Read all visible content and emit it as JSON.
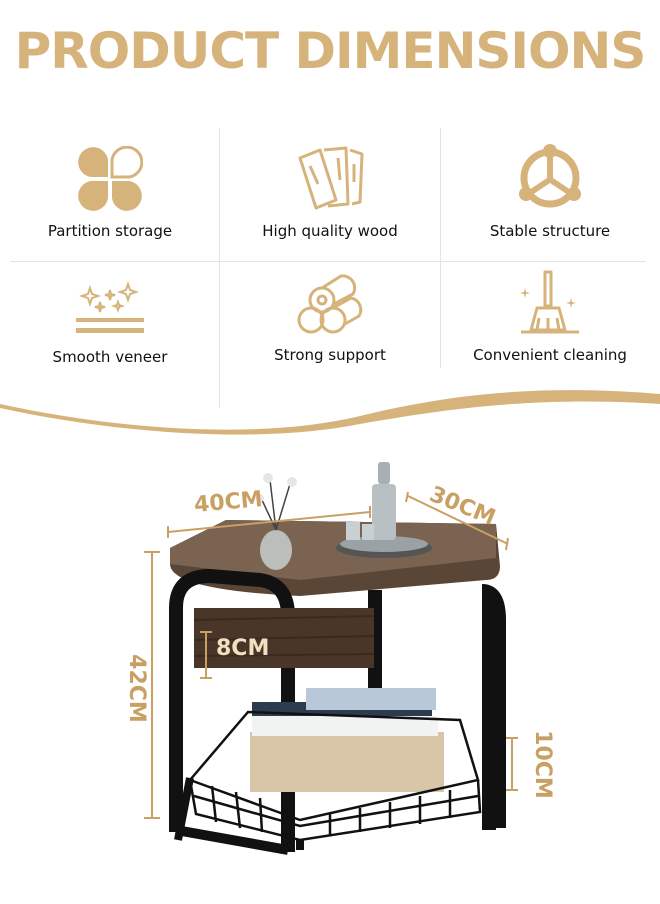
{
  "title": "PRODUCT DIMENSIONS",
  "accent_color": "#d7b37c",
  "features": [
    {
      "icon": "clover-icon",
      "label": "Partition storage"
    },
    {
      "icon": "wood-planks-icon",
      "label": "High quality wood"
    },
    {
      "icon": "triangle-structure-icon",
      "label": "Stable structure"
    },
    {
      "icon": "sparkle-icon",
      "label": "Smooth veneer"
    },
    {
      "icon": "logs-icon",
      "label": "Strong support"
    },
    {
      "icon": "broom-icon",
      "label": "Convenient cleaning"
    }
  ],
  "dimensions": {
    "width": "40CM",
    "depth": "30CM",
    "height": "42CM",
    "panel": "8CM",
    "basket": "10CM"
  }
}
